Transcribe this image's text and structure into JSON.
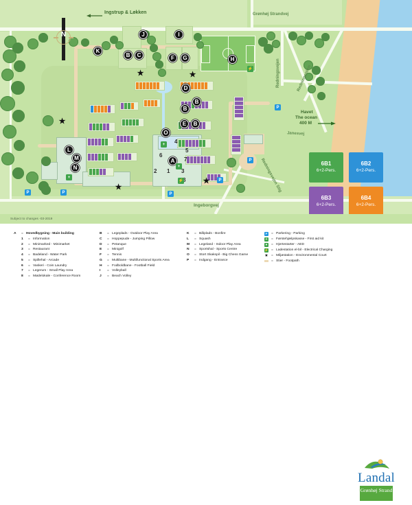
{
  "map": {
    "disclaimer": "Subject to changes -03-2019",
    "direction_label": "Ingstrup & Løkken",
    "compass_north": "N",
    "ocean": {
      "line1": "Havet",
      "line2": "The ocean",
      "line3": "400 M"
    },
    "roads": [
      {
        "name": "Grønhøj Strandvej"
      },
      {
        "name": "Redningsvejen"
      },
      {
        "name": "Redningsstien"
      },
      {
        "name": "Janesvej"
      },
      {
        "name": "Redningsvejen Stig"
      },
      {
        "name": "Ingeborgvej"
      }
    ],
    "markers": [
      {
        "label": "K"
      },
      {
        "label": "B"
      },
      {
        "label": "C"
      },
      {
        "label": "J"
      },
      {
        "label": "I"
      },
      {
        "label": "F"
      },
      {
        "label": "G"
      },
      {
        "label": "H"
      },
      {
        "label": "D"
      },
      {
        "label": "B"
      },
      {
        "label": "B"
      },
      {
        "label": "E"
      },
      {
        "label": "B"
      },
      {
        "label": "O"
      },
      {
        "label": "A"
      },
      {
        "label": "L"
      },
      {
        "label": "M"
      },
      {
        "label": "N"
      }
    ],
    "numbers": [
      "1",
      "2",
      "3",
      "4",
      "5",
      "6",
      "7",
      "8"
    ]
  },
  "accommodation_types": [
    {
      "code": "6B1",
      "persons": "6+2-Pers.",
      "color": "#4aa74e"
    },
    {
      "code": "6B2",
      "persons": "6+2-Pers.",
      "color": "#2e92d8"
    },
    {
      "code": "6B3",
      "persons": "6+2-Pers.",
      "color": "#8a5bb0"
    },
    {
      "code": "6B4",
      "persons": "6+2-Pers.",
      "color": "#ef8a23"
    }
  ],
  "legend": {
    "column1": {
      "key": "A",
      "title": "Hovedbygning - Main building",
      "items": [
        {
          "key": "1",
          "text": "Information"
        },
        {
          "key": "2",
          "text": "Minimarked - Minimarket"
        },
        {
          "key": "3",
          "text": "Restaurant"
        },
        {
          "key": "4",
          "text": "Badeland - Water Park"
        },
        {
          "key": "5",
          "text": "Spillehal - Arcade"
        },
        {
          "key": "6",
          "text": "Vaskeri - Coin Laundry"
        },
        {
          "key": "7",
          "text": "Legerum - Small Play Area"
        },
        {
          "key": "8",
          "text": "Mødelokale - Conference Room"
        }
      ]
    },
    "column2": [
      {
        "key": "B",
        "text": "Legeplads - Outdoor Play Area"
      },
      {
        "key": "C",
        "text": "Hoppepude - Jumping Pillow"
      },
      {
        "key": "D",
        "text": "Petanque"
      },
      {
        "key": "E",
        "text": "Minigolf"
      },
      {
        "key": "F",
        "text": "Tennis"
      },
      {
        "key": "G",
        "text": "Multibane - Multifunctional Sports Area"
      },
      {
        "key": "H",
        "text": "Fodboldbane - Football Field"
      },
      {
        "key": "I",
        "text": "Volleyball"
      },
      {
        "key": "J",
        "text": "Beach Volley"
      }
    ],
    "column3": [
      {
        "key": "K",
        "text": "Bålplads - Bonfire"
      },
      {
        "key": "L",
        "text": "Squash"
      },
      {
        "key": "M",
        "text": "Legeland - Indoor Play Area"
      },
      {
        "key": "N",
        "text": "Sportshal - Sports Centre"
      },
      {
        "key": "O",
        "text": "Stort Skakspil - Big Chess Game"
      },
      {
        "key": "P",
        "text": "Indgang - Entrance"
      }
    ],
    "column4": [
      {
        "icon": "parking-icon",
        "glyph": "P",
        "color": "#2196e0",
        "text": "Parkering - Parking"
      },
      {
        "icon": "first-aid-icon",
        "glyph": "+",
        "color": "#3fa44a",
        "text": "Førstehjælpskasse - First aid kit"
      },
      {
        "icon": "aed-icon",
        "glyph": "♥",
        "color": "#3fa44a",
        "text": "Hjertestarter - AED"
      },
      {
        "icon": "ev-charging-icon",
        "glyph": "⚡",
        "color": "#3fa44a",
        "text": "Ladestation el-bil - Electrical Charging"
      },
      {
        "icon": "environment-star-icon",
        "glyph": "★",
        "color": "#111111",
        "text": "Miljøstation - Environmental Court"
      },
      {
        "icon": "footpath-icon",
        "glyph": "",
        "color": "#ecd9b4",
        "text": "Stier - Footpath"
      }
    ]
  },
  "brand": {
    "name": "Landal",
    "park": "Grønhøj Strand"
  }
}
